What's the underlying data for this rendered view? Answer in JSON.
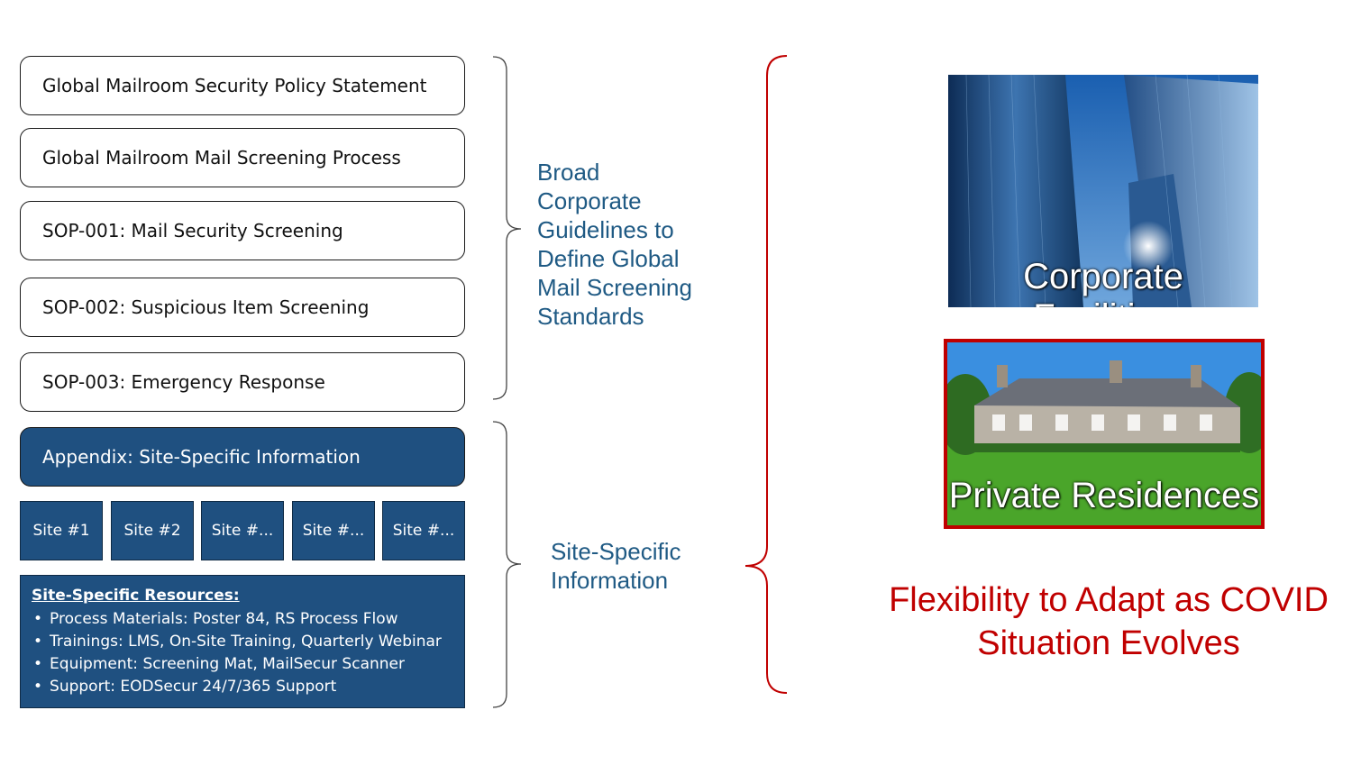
{
  "documents": [
    "Global Mailroom Security Policy Statement",
    "Global Mailroom Mail Screening Process",
    "SOP-001: Mail Security Screening",
    "SOP-002: Suspicious Item Screening",
    "SOP-003: Emergency Response"
  ],
  "appendix": "Appendix: Site-Specific Information",
  "sites": [
    "Site #1",
    "Site #2",
    "Site #...",
    "Site #...",
    "Site #..."
  ],
  "resources": {
    "title": "Site-Specific Resources:",
    "items": [
      "Process Materials: Poster 84, RS Process Flow",
      "Trainings: LMS, On-Site Training, Quarterly Webinar",
      "Equipment: Screening Mat, MailSecur Scanner",
      "Support: EODSecur 24/7/365 Support"
    ]
  },
  "labels": {
    "broad": [
      "Broad",
      "Corporate",
      "Guidelines to",
      "Define Global",
      "Mail Screening",
      "Standards"
    ],
    "site_specific": [
      "Site-Specific",
      "Information"
    ]
  },
  "photos": {
    "corporate": "Corporate Facilities",
    "residences": "Private Residences"
  },
  "flexibility": [
    "Flexibility to Adapt as COVID",
    "Situation Evolves"
  ],
  "colors": {
    "navy": "#1f5080",
    "label_blue": "#1f5a84",
    "accent_red": "#c00000"
  }
}
